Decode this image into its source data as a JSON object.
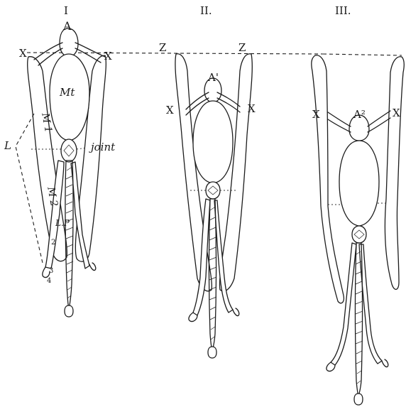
{
  "figure": {
    "panel_labels": [
      "I",
      "II.",
      "III."
    ],
    "point_labels": {
      "apex_1": "A",
      "apex_2": "A'",
      "apex_3": "A²",
      "x_mark": "X",
      "z_mark": "Z"
    },
    "part_labels": {
      "mt": "Mt",
      "m1": "M 1",
      "m2": "M 2",
      "joint": "joint",
      "l": "L",
      "lp": "L.P",
      "digit_2": "2",
      "digit_3": "3",
      "digit_4": "4"
    }
  }
}
